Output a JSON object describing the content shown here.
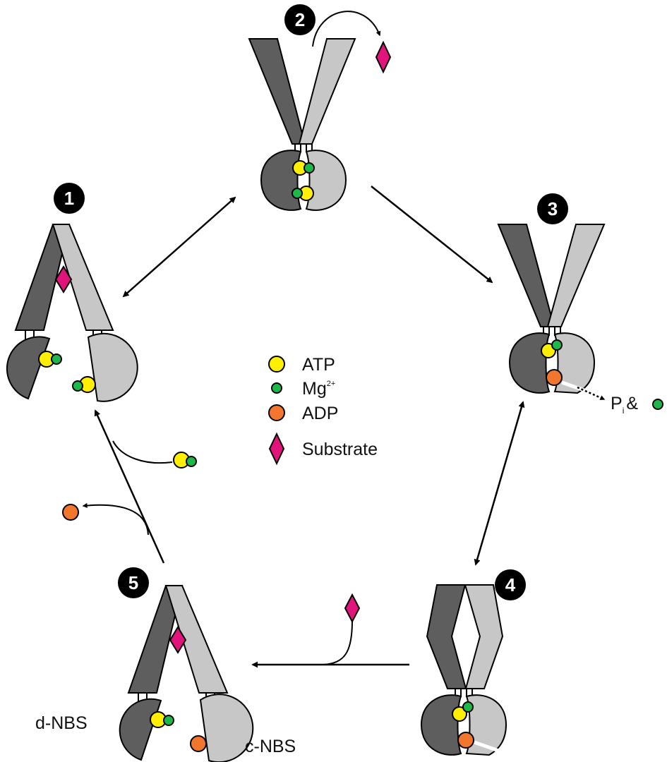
{
  "colors": {
    "dark": "#5e5e5e",
    "light": "#c7c7c7",
    "atp": "#ffef00",
    "mg": "#1db84a",
    "adp": "#f2762e",
    "substrate": "#e0147a",
    "badge": "#000000"
  },
  "steps": [
    "1",
    "2",
    "3",
    "4",
    "5"
  ],
  "legend": {
    "atp": "ATP",
    "mg": "Mg",
    "mg_charge": "2+",
    "adp": "ADP",
    "substrate": "Substrate"
  },
  "release": {
    "p": "P",
    "p_sub": "i",
    "amp": "&"
  },
  "labels": {
    "d_nbs": "d-NBS",
    "c_nbs": "c-NBS"
  }
}
